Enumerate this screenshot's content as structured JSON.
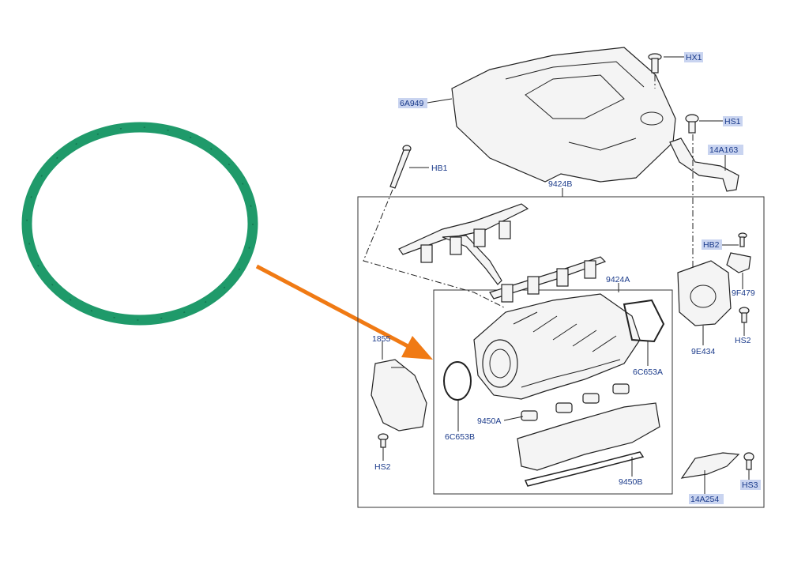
{
  "image": {
    "subject": "intake-manifold-exploded-view",
    "colors": {
      "gasket": "#1f9a6a",
      "arrow": "#f07a14",
      "label_text": "#1a3a8a",
      "label_bg": "#c9d4f0"
    }
  },
  "labels": {
    "HX1": "HX1",
    "6A949": "6A949",
    "HS1": "HS1",
    "14A163": "14A163",
    "HB1": "HB1",
    "9424B": "9424B",
    "HB2": "HB2",
    "9F479": "9F479",
    "9424A": "9424A",
    "18550": "1855",
    "6C653A": "6C653A",
    "9E434": "9E434",
    "HS2a": "HS2",
    "9450A": "9450A",
    "6C653B": "6C653B",
    "HS2b": "HS2",
    "9450B": "9450B",
    "14A254": "14A254",
    "HS3": "HS3"
  }
}
